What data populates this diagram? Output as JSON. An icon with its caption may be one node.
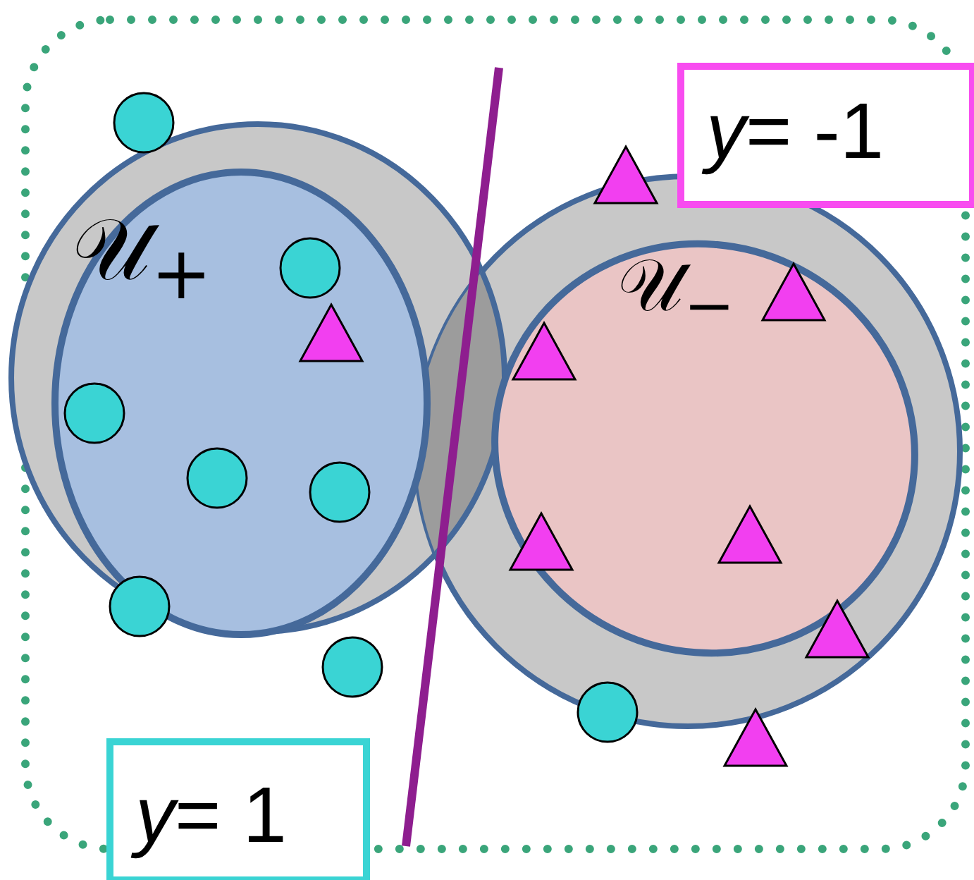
{
  "diagram": {
    "nodes": [
      {
        "text": [
          "𝒰$_{+}$"
        ]
      },
      {
        "text": [
          "𝒰$_{−}$"
        ]
      },
      {
        "text": [
          "*y*= -1"
        ]
      },
      {
        "text": [
          "*y*= 1"
        ]
      }
    ]
  }
}
